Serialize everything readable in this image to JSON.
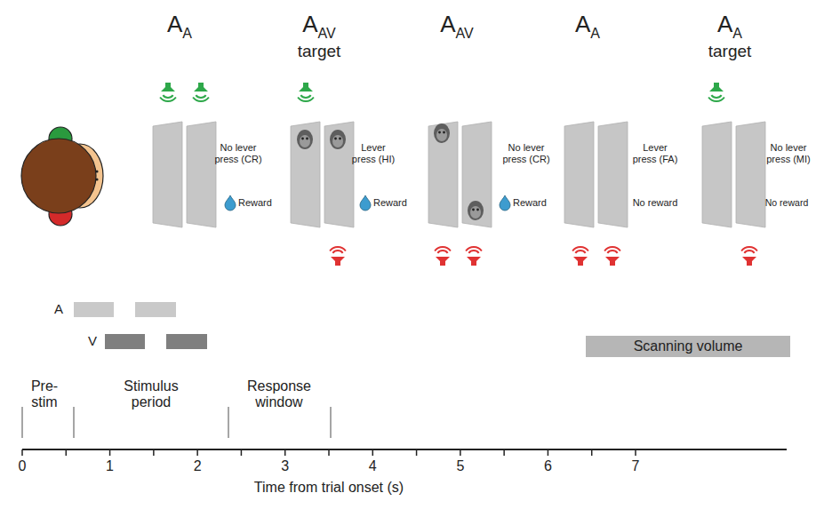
{
  "diagram": {
    "nodes": [
      {
        "text": [
          "Scanning volume"
        ]
      }
    ],
    "labels": [
      "A",
      "A",
      "A",
      "AV",
      "target",
      "A",
      "AV",
      "A",
      "A",
      "A",
      "A",
      "target",
      "No lever press (CR)",
      "Reward",
      "Lever press (HI)",
      "Reward",
      "No lever press (CR)",
      "Reward",
      "Lever press (FA)",
      "No reward",
      "No lever press (MI)",
      "No reward",
      "A",
      "V",
      "Pre- stim",
      "Stimulus period",
      "Response window",
      "0",
      "1",
      "2",
      "3",
      "4",
      "5",
      "6",
      "7",
      "Time from trial onset (s)"
    ]
  }
}
